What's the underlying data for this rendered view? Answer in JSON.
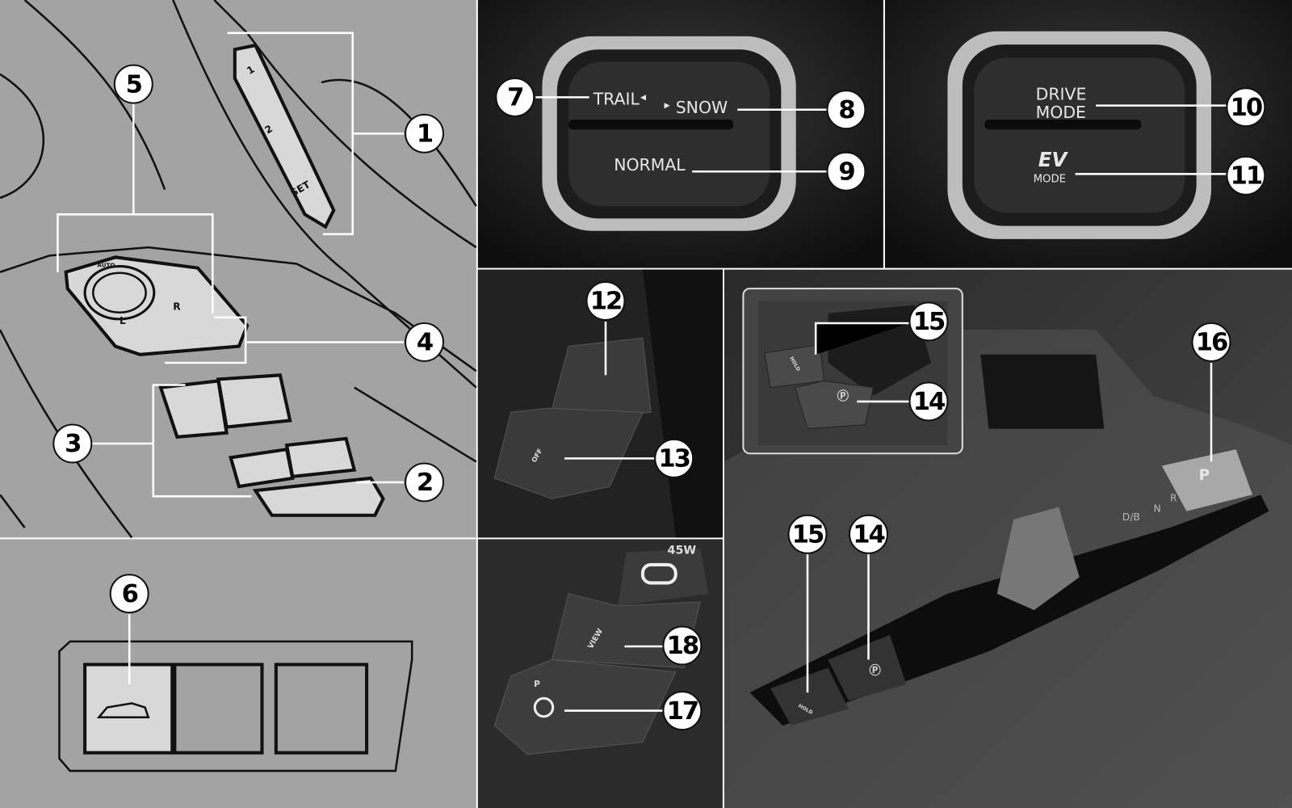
{
  "callouts": {
    "c1": "1",
    "c2": "2",
    "c3": "3",
    "c4": "4",
    "c5": "5",
    "c6": "6",
    "c7": "7",
    "c8": "8",
    "c9": "9",
    "c10": "10",
    "c11": "11",
    "c12": "12",
    "c13": "13",
    "c14a": "14",
    "c15a": "15",
    "c16": "16",
    "c15b": "15",
    "c14b": "14",
    "c17": "17",
    "c18": "18"
  },
  "door_panel": {
    "memory_1": "1",
    "memory_2": "2",
    "memory_set": "SET",
    "mirror_auto": "AUTO",
    "mirror_left": "L",
    "mirror_right": "R"
  },
  "terrain_switch": {
    "trail": "TRAIL",
    "snow": "SNOW",
    "normal": "NORMAL"
  },
  "drive_switch": {
    "drive": "DRIVE",
    "mode": "MODE",
    "ev": "EV",
    "ev_mode": "MODE"
  },
  "console": {
    "trac_off": "OFF",
    "view": "VIEW",
    "charger": "45W",
    "steering_p": "P",
    "hold": "HOLD"
  },
  "shifter": {
    "p": "P",
    "r": "R",
    "n": "N",
    "db": "D/B"
  },
  "colors": {
    "sketch_bg": "#a3a3a3",
    "photo_bg": "#1a1a1a",
    "callout_bg": "#ffffff"
  }
}
